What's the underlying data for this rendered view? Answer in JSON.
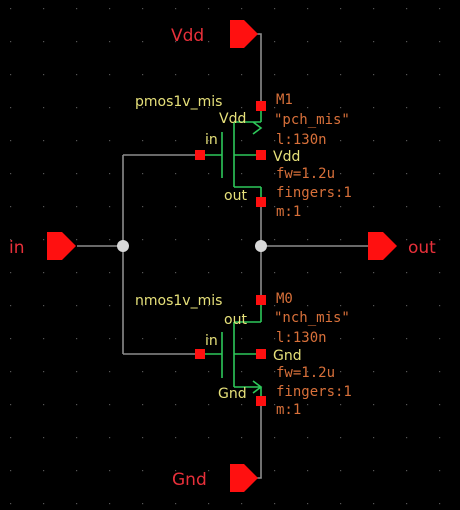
{
  "ports": {
    "vdd": "Vdd",
    "gnd": "Gnd",
    "in": "in",
    "out": "out"
  },
  "pmos": {
    "cell": "pmos1v_mis",
    "instance": "M1",
    "model": "\"pch_mis\"",
    "length": "l:130n",
    "fw": "fw=1.2u",
    "fingers": "fingers:1",
    "m": "m:1",
    "pin_source": "Vdd",
    "pin_gate": "in",
    "pin_bulk": "Vdd",
    "pin_drain": "out"
  },
  "nmos": {
    "cell": "nmos1v_mis",
    "instance": "M0",
    "model": "\"nch_mis\"",
    "length": "l:130n",
    "fw": "fw=1.2u",
    "fingers": "fingers:1",
    "m": "m:1",
    "pin_drain": "out",
    "pin_gate": "in",
    "pin_bulk": "Gnd",
    "pin_source": "Gnd"
  },
  "colors": {
    "background": "#000000",
    "wire": "#8c8c8c",
    "device": "#2ec85a",
    "pin": "#ff1010",
    "label_red": "#e8303a",
    "label_yellow": "#e6e07a",
    "label_orange": "#d8703a"
  }
}
